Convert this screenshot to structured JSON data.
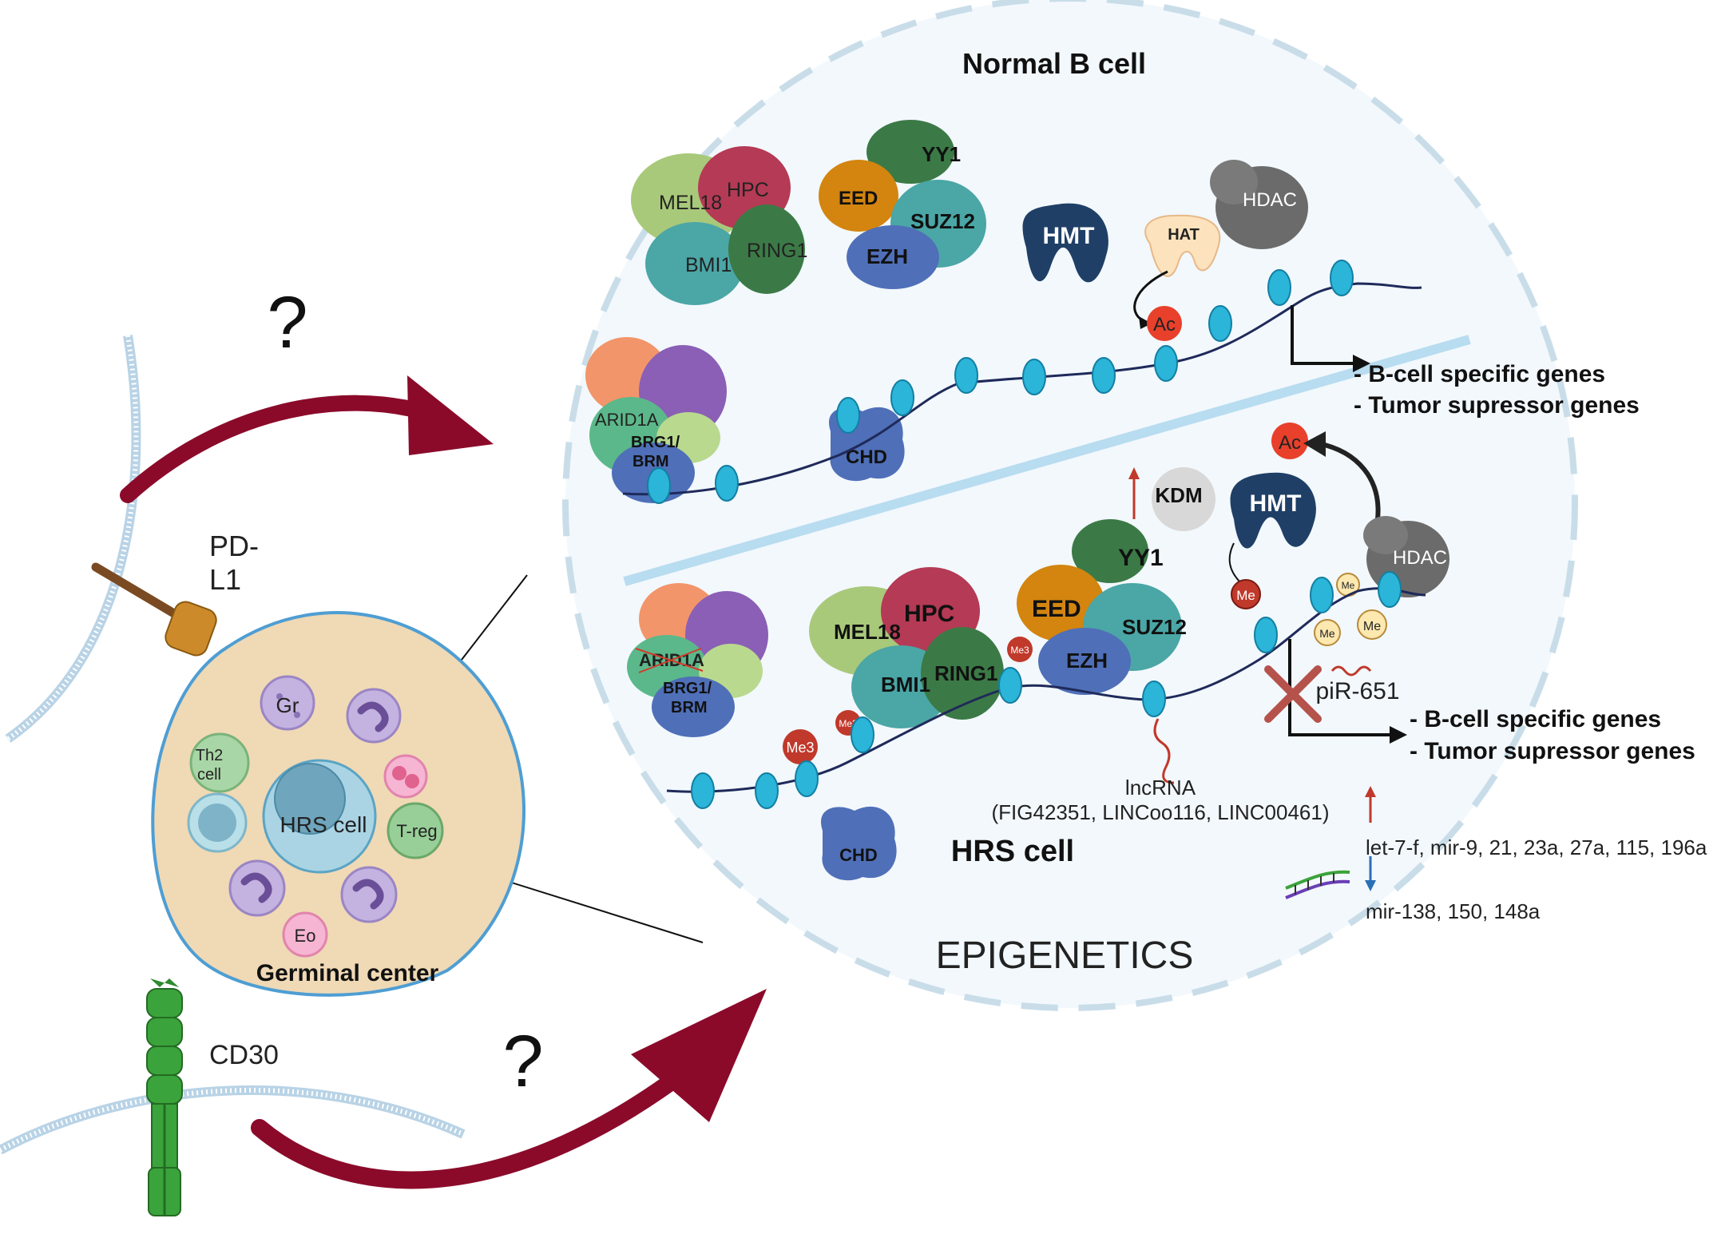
{
  "title_normal": "Normal B cell",
  "title_hrs": "HRS cell",
  "title_epigenetics": "EPIGENETICS",
  "question_mark": "?",
  "pdl1": {
    "line1": "PD-",
    "line2": "L1"
  },
  "cd30": "CD30",
  "germinal_center": {
    "title": "Germinal center",
    "cells": {
      "gr": "Gr",
      "th2_line1": "Th2",
      "th2_line2": "cell",
      "hrs": "HRS cell",
      "treg": "T-reg",
      "eo": "Eo"
    }
  },
  "normal": {
    "prc1": {
      "mel18": "MEL18",
      "hpc": "HPC",
      "bmi1": "BMI1",
      "ring1": "RING1"
    },
    "prc2": {
      "yy1": "YY1",
      "eed": "EED",
      "suz12": "SUZ12",
      "ezh": "EZH"
    },
    "hmt": "HMT",
    "hat": "HAT",
    "hdac": "HDAC",
    "ac": "Ac",
    "swi": {
      "arid1a": "ARID1A",
      "brg1_line1": "BRG1/",
      "brg1_line2": "BRM"
    },
    "chd": "CHD",
    "genes": [
      "- B-cell specific genes",
      "- Tumor supressor genes"
    ]
  },
  "hrs": {
    "kdm": "KDM",
    "hmt": "HMT",
    "hdac": "HDAC",
    "ac": "Ac",
    "me": "Me",
    "me3": "Me3",
    "prc1": {
      "mel18": "MEL18",
      "hpc": "HPC",
      "bmi1": "BMI1",
      "ring1": "RING1"
    },
    "prc2": {
      "yy1": "YY1",
      "eed": "EED",
      "suz12": "SUZ12",
      "ezh": "EZH"
    },
    "swi": {
      "arid1a": "ARID1A",
      "brg1_line1": "BRG1/",
      "brg1_line2": "BRM"
    },
    "chd": "CHD",
    "pir": "piR-651",
    "lncrna_line1": "lncRNA",
    "lncrna_line2": "(FIG42351, LINCoo116, LINC00461)",
    "mir_up": "let-7-f, mir-9, 21, 23a, 27a, 115, 196a",
    "mir_down": "mir-138, 150, 148a",
    "genes": [
      "- B-cell specific genes",
      "- Tumor supressor genes"
    ]
  },
  "colors": {
    "arrow_red": "#8b0a2a",
    "cell_fill": "#f2f8fc",
    "gc_fill": "#f0d9b5",
    "nucleosome": "#2bb5d8",
    "hmt": "#1f3f66",
    "hdac": "#6b6b6b",
    "hat": "#fde3bd",
    "ac_red": "#e8402b"
  }
}
